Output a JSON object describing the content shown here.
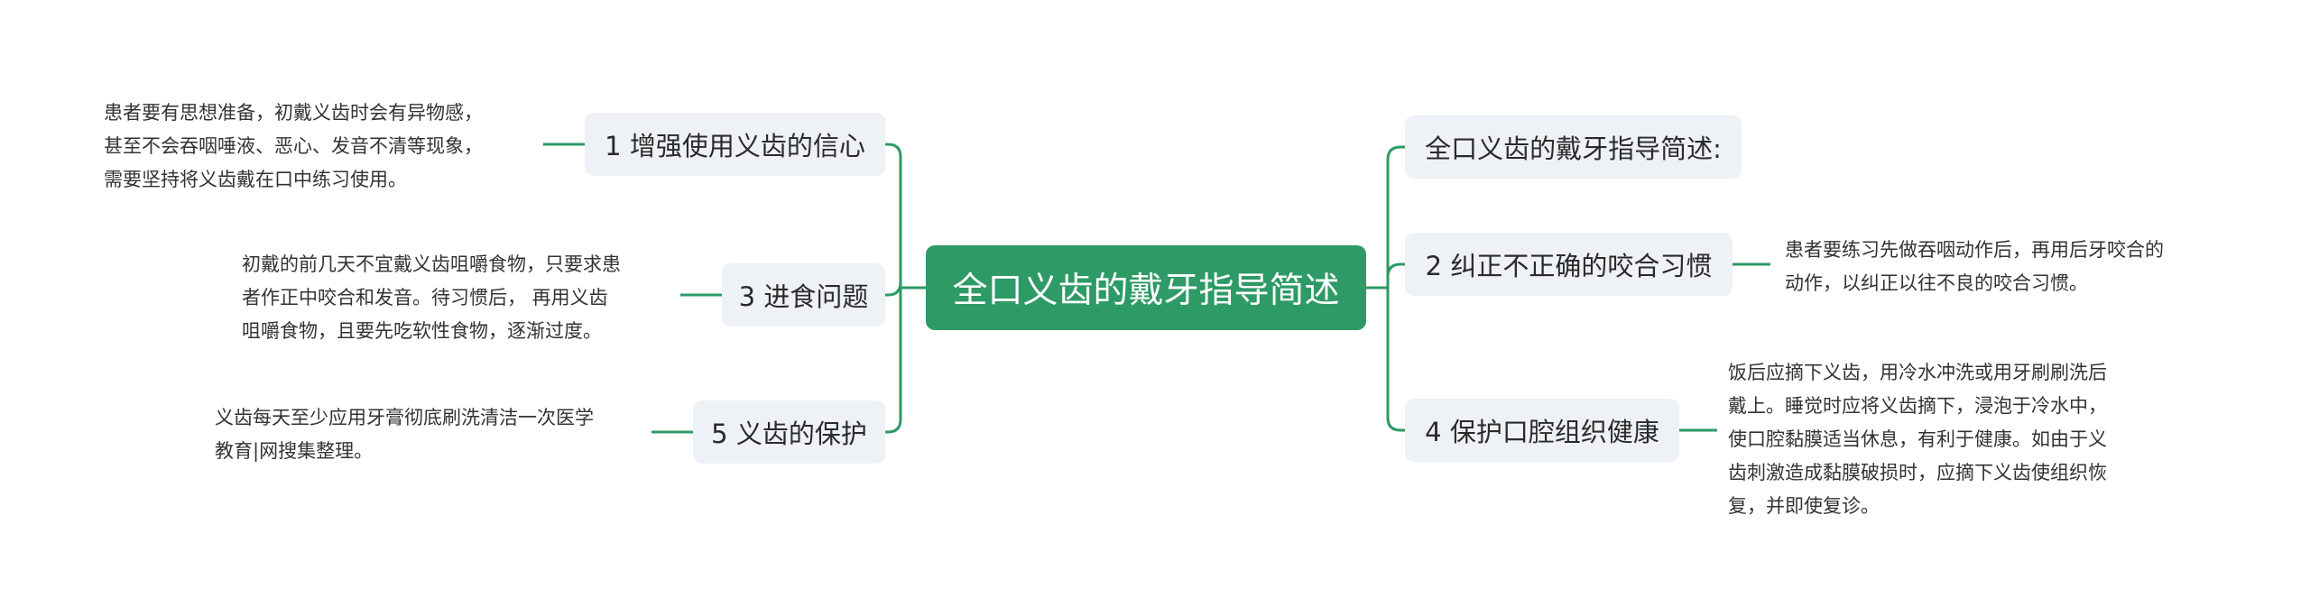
{
  "colors": {
    "accent": "#2e9a66",
    "branch_bg": "#eef1f5",
    "text": "#2a2a2a",
    "leaf_text": "#333333"
  },
  "root": {
    "label": "全口义齿的戴牙指导简述"
  },
  "left_branches": [
    {
      "label": "1 增强使用义齿的信心",
      "note": [
        "患者要有思想准备，初戴义齿时会有异物感，",
        "甚至不会吞咽唾液、恶心、发音不清等现象，",
        "需要坚持将义齿戴在口中练习使用。"
      ]
    },
    {
      "label": "3 进食问题",
      "note": [
        "初戴的前几天不宜戴义齿咀嚼食物，只要求患",
        "者作正中咬合和发音。待习惯后， 再用义齿",
        "咀嚼食物，且要先吃软性食物，逐渐过度。"
      ]
    },
    {
      "label": "5 义齿的保护",
      "note": [
        "义齿每天至少应用牙膏彻底刷洗清洁一次医学",
        "教育|网搜集整理。"
      ]
    }
  ],
  "right_branches": [
    {
      "label": "全口义齿的戴牙指导简述:",
      "note": []
    },
    {
      "label": "2 纠正不正确的咬合习惯",
      "note": [
        "患者要练习先做吞咽动作后，再用后牙咬合的",
        "动作，以纠正以往不良的咬合习惯。"
      ]
    },
    {
      "label": "4 保护口腔组织健康",
      "note": [
        "饭后应摘下义齿，用冷水冲洗或用牙刷刷洗后",
        "戴上。睡觉时应将义齿摘下，浸泡于冷水中，",
        "使口腔黏膜适当休息，有利于健康。如由于义",
        "齿刺激造成黏膜破损时，应摘下义齿使组织恢",
        "复，并即使复诊。"
      ]
    }
  ]
}
